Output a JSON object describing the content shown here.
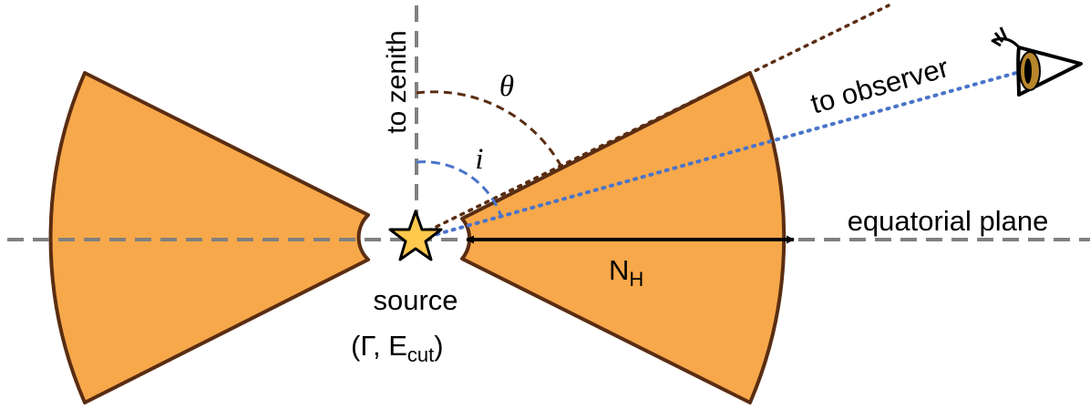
{
  "labels": {
    "zenith": "to zenith",
    "observer": "to observer",
    "equatorial": "equatorial plane",
    "theta": "θ",
    "inclination": "i",
    "column_main": "N",
    "column_sub": "H",
    "source": "source",
    "params_open": "(Γ, E",
    "params_sub": "cut",
    "params_close": ")"
  },
  "colors": {
    "torus_fill": "#F7A84A",
    "torus_stroke": "#5A2D12",
    "star_fill": "#FFC94D",
    "axis_gray": "#808080",
    "theta_arc": "#5A2D12",
    "observer_line": "#4A74C9",
    "inclination_arc": "#4A74C9",
    "eye_iris": "#B8862B"
  },
  "icons": {
    "source": "star-icon",
    "observer": "eye-icon"
  }
}
